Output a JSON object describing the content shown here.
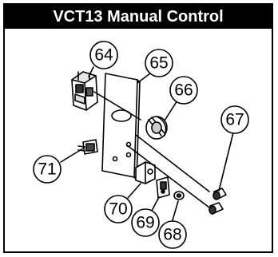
{
  "title": "VCT13 Manual Control",
  "callouts": [
    {
      "id": "c64",
      "label": "64"
    },
    {
      "id": "c65",
      "label": "65"
    },
    {
      "id": "c66",
      "label": "66"
    },
    {
      "id": "c67",
      "label": "67"
    },
    {
      "id": "c68",
      "label": "68"
    },
    {
      "id": "c69",
      "label": "69"
    },
    {
      "id": "c70",
      "label": "70"
    },
    {
      "id": "c71",
      "label": "71"
    }
  ],
  "colors": {
    "ink": "#000000",
    "paper": "#ffffff",
    "title_bg": "#000000",
    "title_fg": "#ffffff"
  }
}
